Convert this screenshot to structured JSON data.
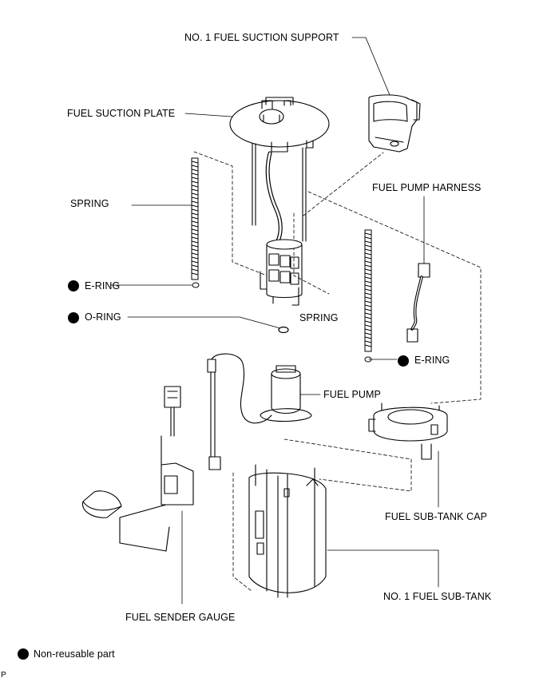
{
  "colors": {
    "line": "#000000",
    "background": "#ffffff",
    "non_reusable_marker": "#000000"
  },
  "labels": {
    "no1_fuel_suction_support": "NO. 1 FUEL SUCTION SUPPORT",
    "fuel_suction_plate": "FUEL SUCTION PLATE",
    "spring_left": "SPRING",
    "fuel_pump_harness": "FUEL PUMP HARNESS",
    "e_ring_left": "E-RING",
    "o_ring": "O-RING",
    "spring_right": "SPRING",
    "e_ring_right": "E-RING",
    "fuel_pump": "FUEL PUMP",
    "fuel_sub_tank_cap": "FUEL SUB-TANK CAP",
    "no1_fuel_sub_tank": "NO. 1 FUEL SUB-TANK",
    "fuel_sender_gauge": "FUEL SENDER GAUGE"
  },
  "legend": {
    "non_reusable": "Non-reusable part"
  },
  "corner_code": "P"
}
